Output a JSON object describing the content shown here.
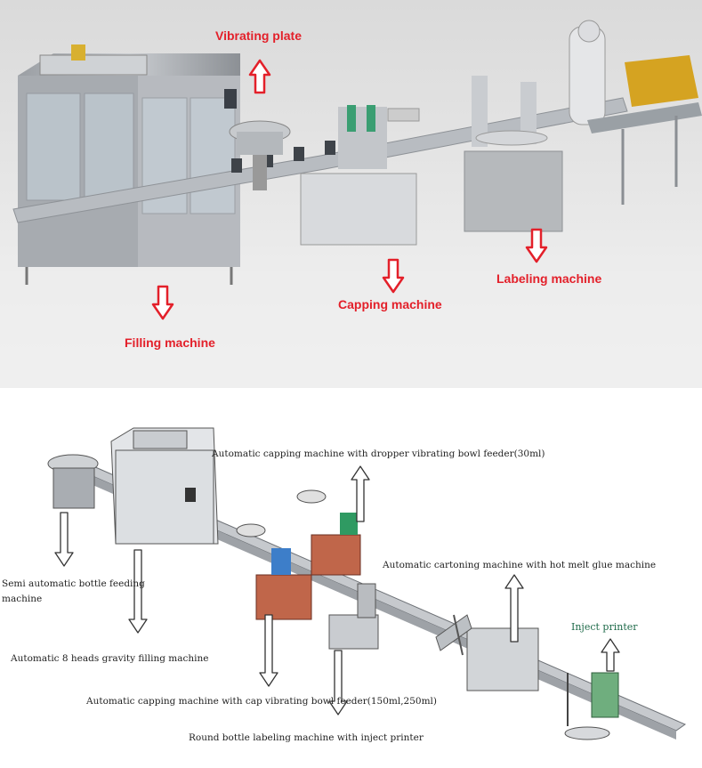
{
  "top_panel": {
    "labels": {
      "vibrating_plate": "Vibrating plate",
      "filling_machine": "Filling machine",
      "capping_machine": "Capping machine",
      "labeling_machine": "Labeling machine"
    },
    "arrow_color": "#e3202a"
  },
  "bottom_panel": {
    "labels": {
      "capping_dropper": "Automatic capping machine with dropper vibrating bowl feeder(30ml)",
      "cartoning": "Automatic cartoning machine with hot melt glue machine",
      "inject_printer": "Inject printer",
      "semi_auto_line1": "Semi automatic bottle feeding",
      "semi_auto_line2": "machine",
      "gravity_filling": "Automatic 8 heads gravity filling machine",
      "capping_cap": "Automatic capping machine with cap vibrating bowl feeder(150ml,250ml)",
      "round_labeling": "Round bottle labeling machine with inject printer"
    },
    "accent_colors": {
      "capper_body": "#c0664a",
      "printer_body": "#6fae7e",
      "label_green": "#1f6b4a"
    }
  }
}
